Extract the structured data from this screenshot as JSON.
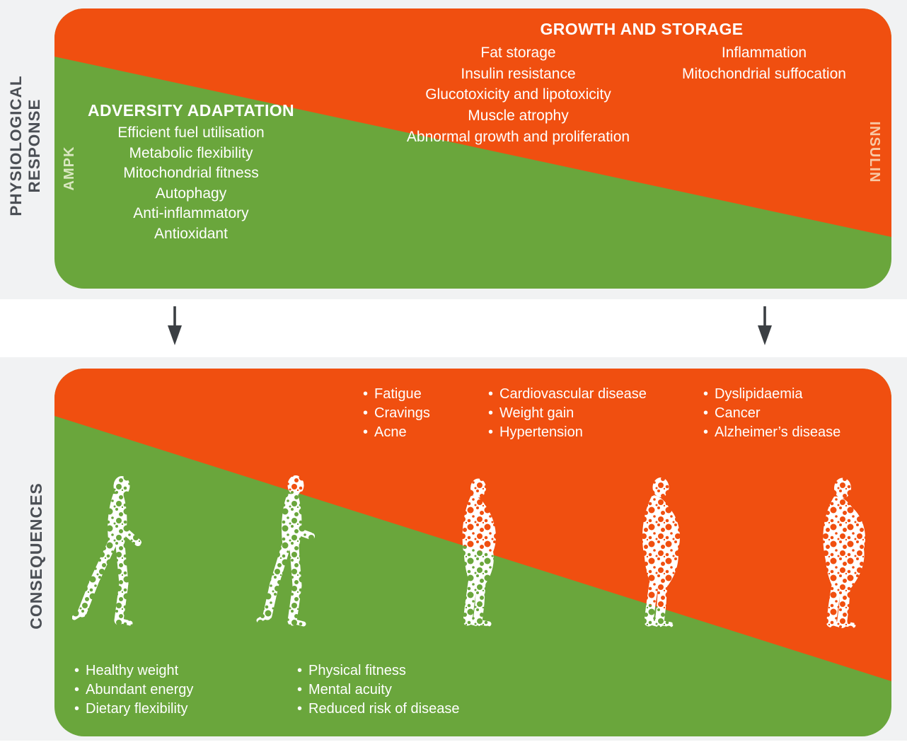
{
  "colors": {
    "panel_orange": "#F04F10",
    "panel_green": "#6AA63C",
    "background": "#F1F2F3",
    "divider_white": "#FFFFFF",
    "side_label_gray": "#4B4F55",
    "ampk_text": "#D9E7C0",
    "insulin_text": "#F8C9A6",
    "arrow_gray": "#3B3F43",
    "body_text": "#FFFFFF"
  },
  "side_labels": {
    "physiological_line1": "PHYSIOLOGICAL",
    "physiological_line2": "RESPONSE",
    "consequences": "CONSEQUENCES"
  },
  "top_panel": {
    "ampk": "AMPK",
    "insulin": "INSULIN",
    "adversity": {
      "heading": "ADVERSITY ADAPTATION",
      "items": [
        "Efficient fuel utilisation",
        "Metabolic flexibility",
        "Mitochondrial fitness",
        "Autophagy",
        "Anti-inflammatory",
        "Antioxidant"
      ]
    },
    "growth": {
      "heading": "GROWTH AND STORAGE",
      "left_items": [
        "Fat storage",
        "Insulin resistance",
        "Glucotoxicity and lipotoxicity",
        "Muscle atrophy",
        "Abnormal growth and proliferation"
      ],
      "right_items": [
        "Inflammation",
        "Mitochondrial suffocation"
      ]
    }
  },
  "arrows": {
    "left": "down-arrow",
    "right": "down-arrow"
  },
  "bottom_panel": {
    "orange_lists": [
      {
        "items": [
          "Fatigue",
          "Cravings",
          "Acne"
        ]
      },
      {
        "items": [
          "Cardiovascular disease",
          "Weight gain",
          "Hypertension"
        ]
      },
      {
        "items": [
          "Dyslipidaemia",
          "Cancer",
          "Alzheimer’s disease"
        ]
      }
    ],
    "green_lists": [
      {
        "items": [
          "Healthy weight",
          "Abundant energy",
          "Dietary flexibility"
        ]
      },
      {
        "items": [
          "Physical fitness",
          "Mental acuity",
          "Reduced risk of disease"
        ]
      }
    ],
    "figures": [
      "lean-walking",
      "fit-walking",
      "overweight-walking",
      "obese-standing",
      "severely-obese-standing"
    ]
  }
}
